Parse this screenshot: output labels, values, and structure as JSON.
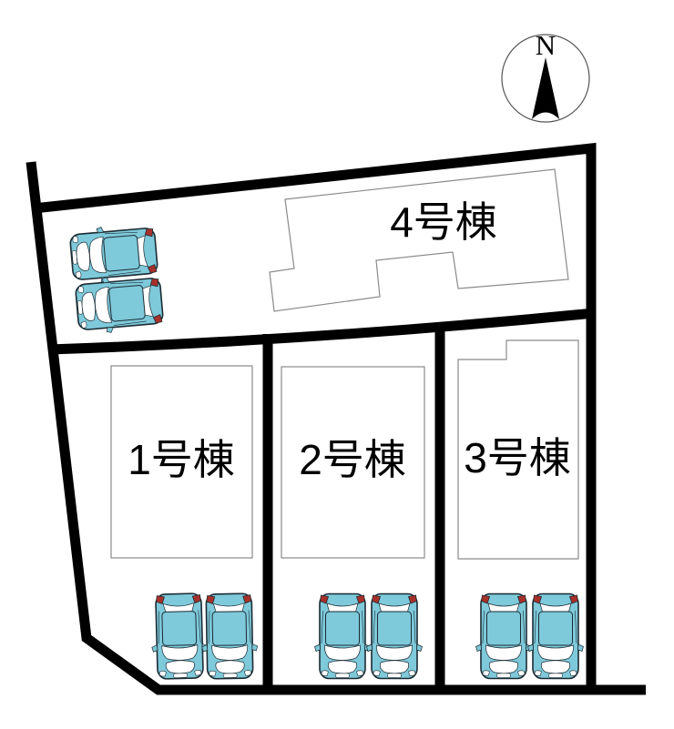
{
  "compass": {
    "label": "N"
  },
  "units": [
    {
      "id": "unit-1",
      "label": "1号棟"
    },
    {
      "id": "unit-2",
      "label": "2号棟"
    },
    {
      "id": "unit-3",
      "label": "3号棟"
    },
    {
      "id": "unit-4",
      "label": "4号棟"
    }
  ],
  "cars": {
    "total": 8,
    "side_area_cars": 2,
    "parking_cars_per_plot": 2
  },
  "colors": {
    "background": "#ffffff",
    "boundary_line": "#000000",
    "building_outline": "#8a8a8a",
    "label_text": "#000000",
    "car_body": "#7ec9da",
    "car_outline": "#1c2b33",
    "car_glass": "#ffffff",
    "car_taillight": "#a8302a",
    "compass_outline": "#555555"
  }
}
